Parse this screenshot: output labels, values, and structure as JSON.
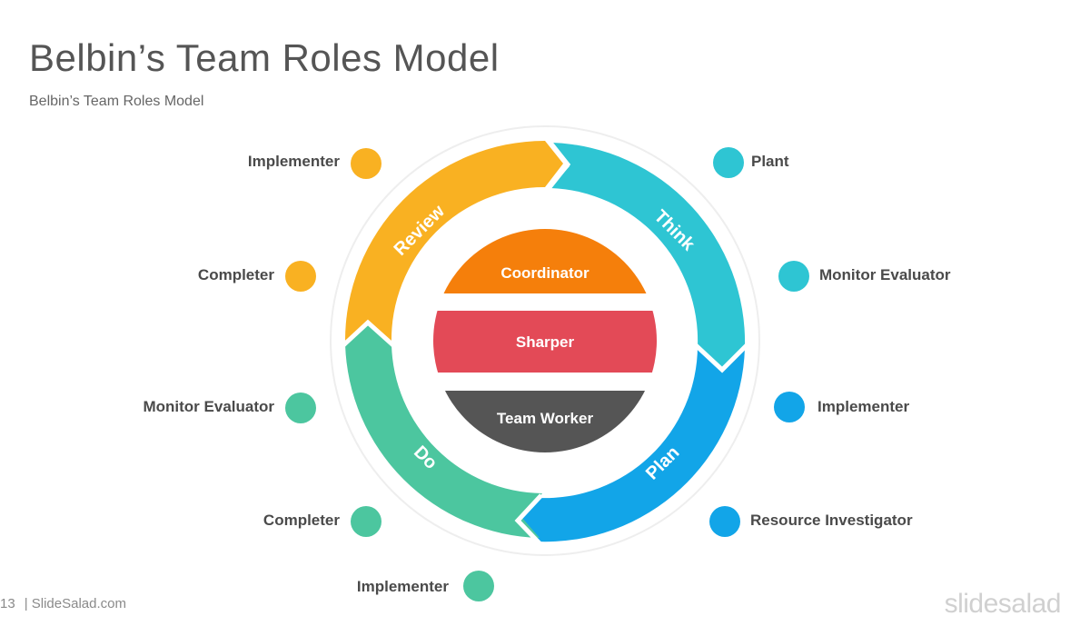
{
  "title": "Belbin’s Team Roles Model",
  "subtitle": "Belbin’s  Team Roles Model",
  "cycle": {
    "think": "Think",
    "plan": "Plan",
    "do": "Do",
    "review": "Review"
  },
  "center": {
    "top": "Coordinator",
    "middle": "Sharper",
    "bottom": "Team Worker"
  },
  "roles_left": [
    "Implementer",
    "Completer",
    "Monitor Evaluator",
    "Completer",
    "Implementer"
  ],
  "roles_right": [
    "Plant",
    "Monitor Evaluator",
    "Implementer",
    "Resource Investigator"
  ],
  "colors": {
    "review": "#F9B122",
    "think": "#2EC5D3",
    "plan": "#12A5E8",
    "do": "#4CC69F",
    "coordinator": "#F57F0B",
    "sharper": "#E34A57",
    "team_worker": "#555555"
  },
  "footer": {
    "page": "13",
    "site": "| SlideSalad.com",
    "brand": "slidesalad"
  }
}
